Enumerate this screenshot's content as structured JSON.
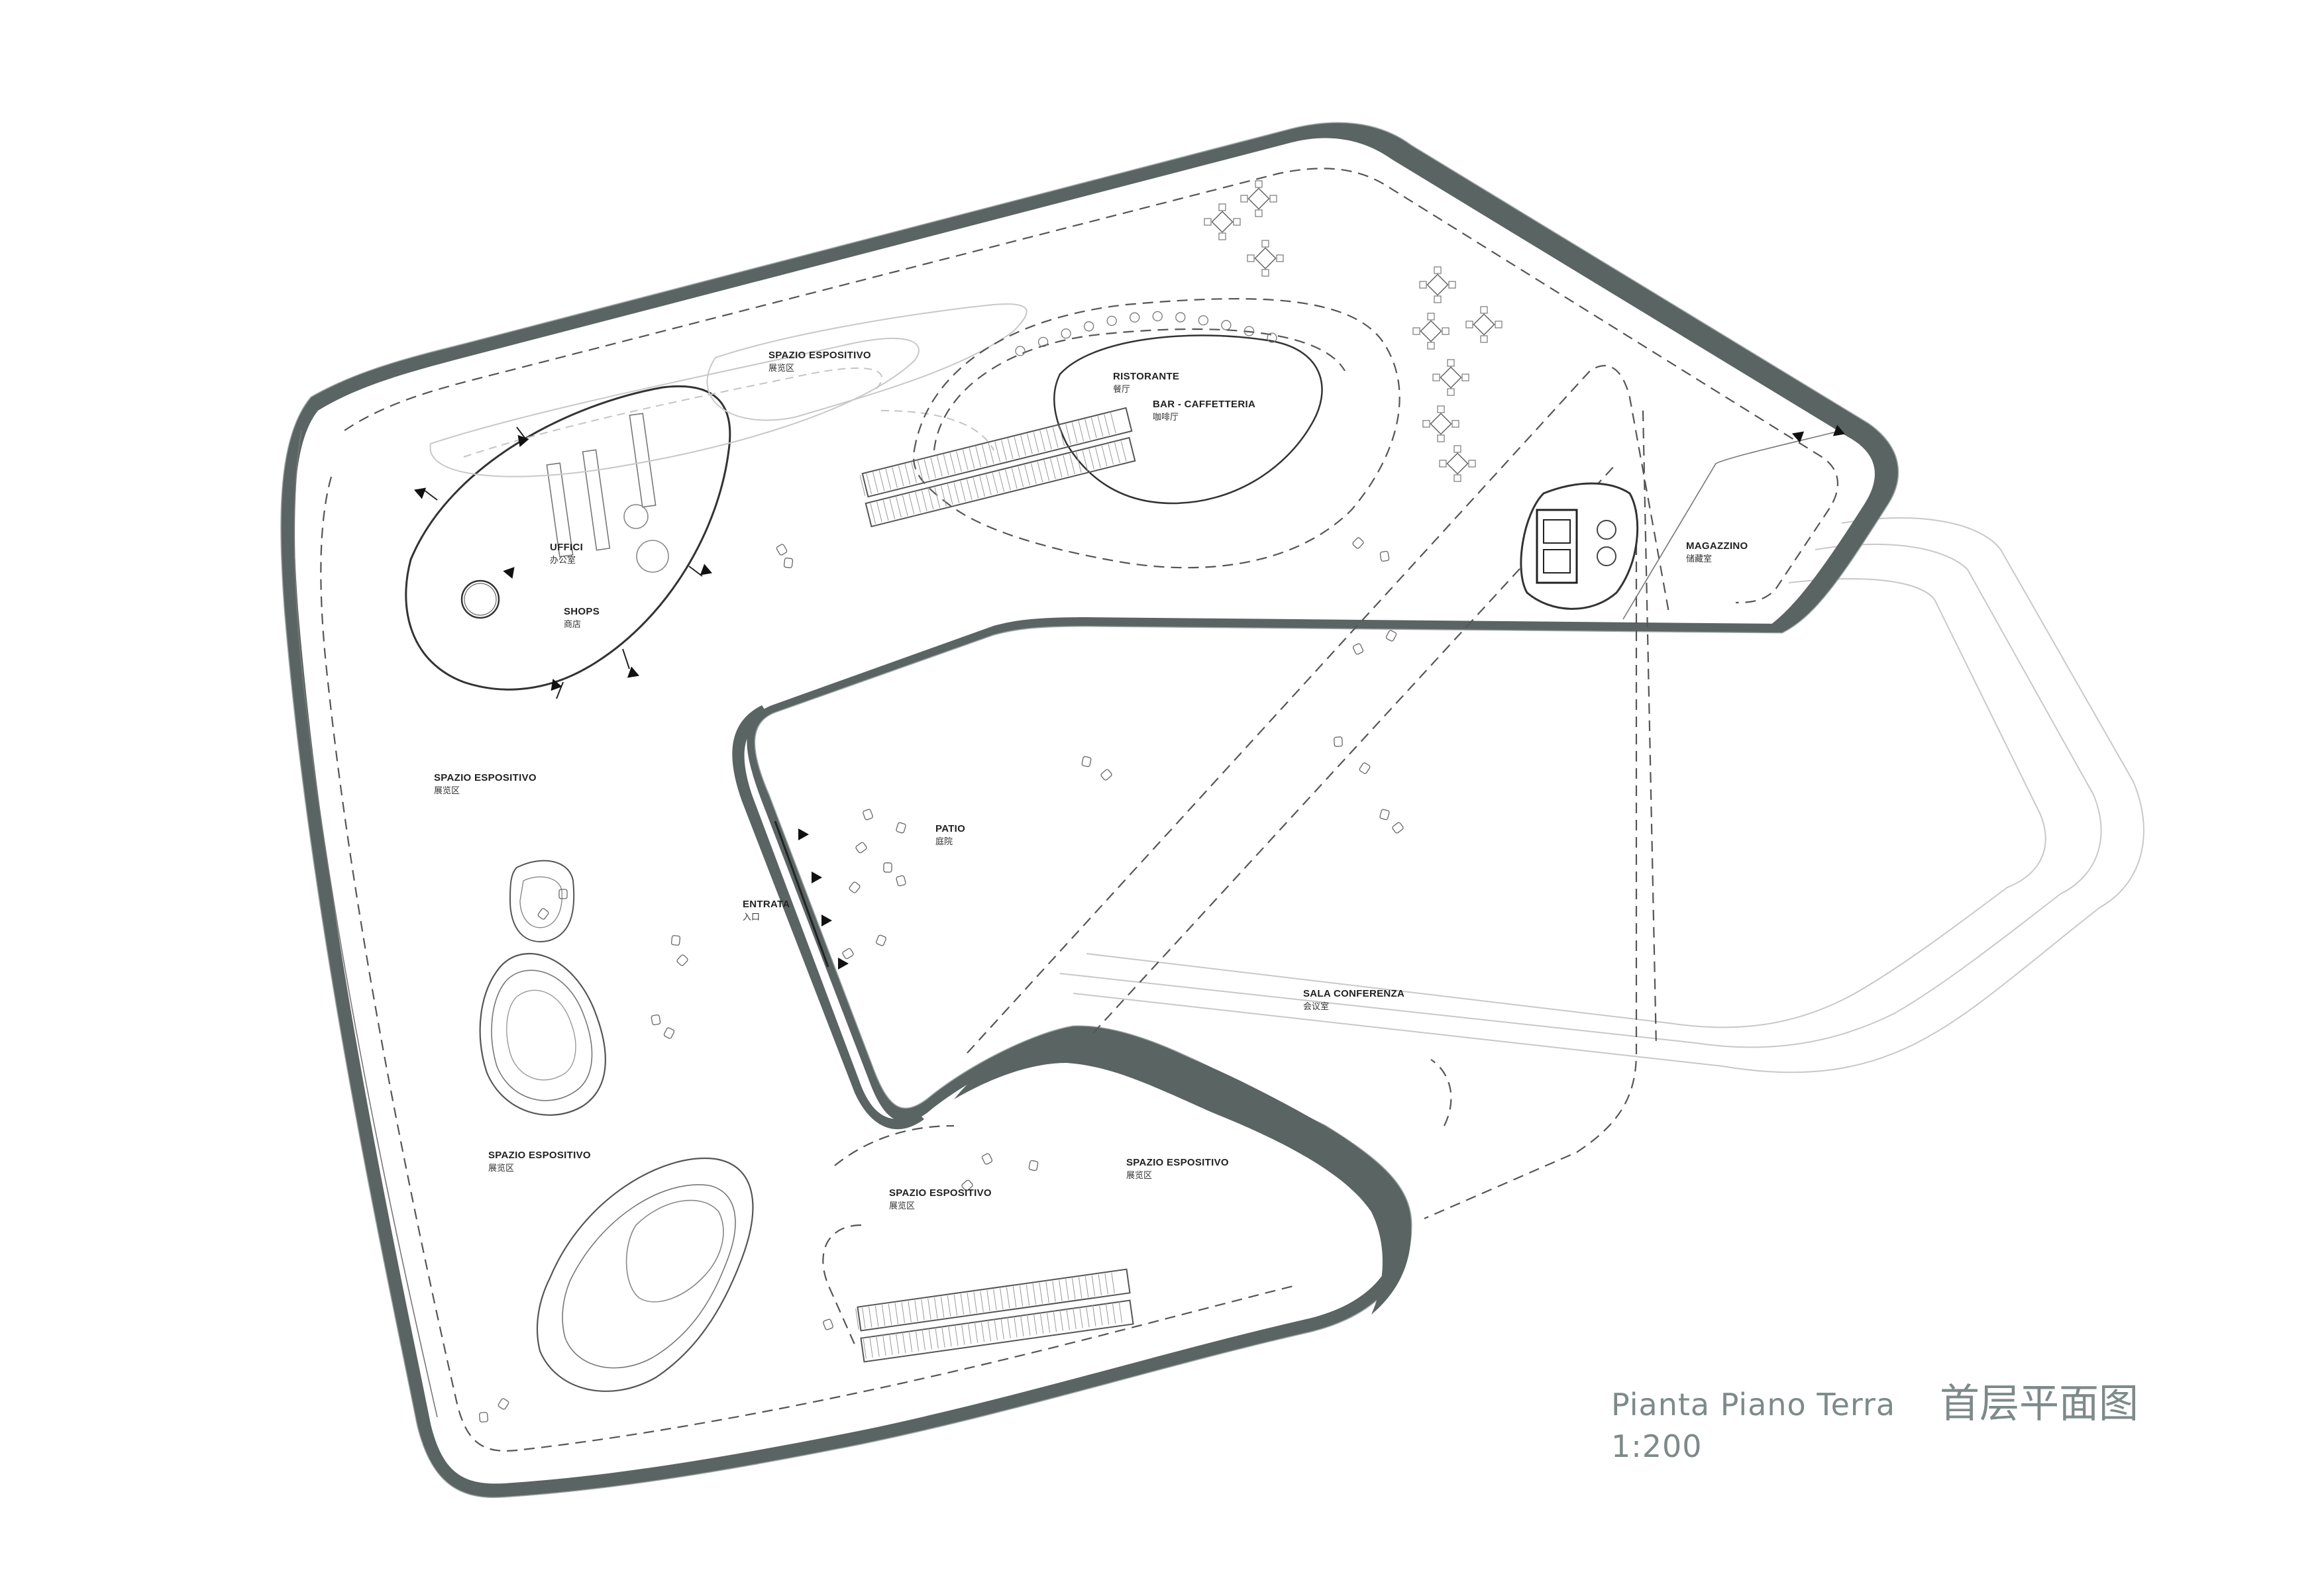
{
  "title": {
    "italian": "Pianta Piano Terra",
    "chinese": "首层平面图",
    "scale": "1:200"
  },
  "rooms": [
    {
      "id": "spazio-espositivo-north",
      "it": "SPAZIO ESPOSITIVO",
      "cn": "展览区"
    },
    {
      "id": "ristorante",
      "it": "RISTORANTE",
      "cn": "餐厅"
    },
    {
      "id": "bar-caffetteria",
      "it": "BAR - CAFFETTERIA",
      "cn": "咖啡厅"
    },
    {
      "id": "uffici",
      "it": "UFFICI",
      "cn": "办公室"
    },
    {
      "id": "shops",
      "it": "SHOPS",
      "cn": "商店"
    },
    {
      "id": "magazzino",
      "it": "MAGAZZINO",
      "cn": "储藏室"
    },
    {
      "id": "spazio-espositivo-west",
      "it": "SPAZIO ESPOSITIVO",
      "cn": "展览区"
    },
    {
      "id": "patio",
      "it": "PATIO",
      "cn": "庭院"
    },
    {
      "id": "entrata",
      "it": "ENTRATA",
      "cn": "入口"
    },
    {
      "id": "sala-conferenza",
      "it": "SALA CONFERENZA",
      "cn": "会议室"
    },
    {
      "id": "spazio-espositivo-southwest",
      "it": "SPAZIO ESPOSITIVO",
      "cn": "展览区"
    },
    {
      "id": "spazio-espositivo-south-east",
      "it": "SPAZIO ESPOSITIVO",
      "cn": "展览区"
    },
    {
      "id": "spazio-espositivo-south",
      "it": "SPAZIO ESPOSITIVO",
      "cn": "展览区"
    }
  ],
  "colors": {
    "wall": "#5a6462",
    "title": "#7d8a89",
    "line": "#555555",
    "ghost": "#c8c8c8"
  }
}
